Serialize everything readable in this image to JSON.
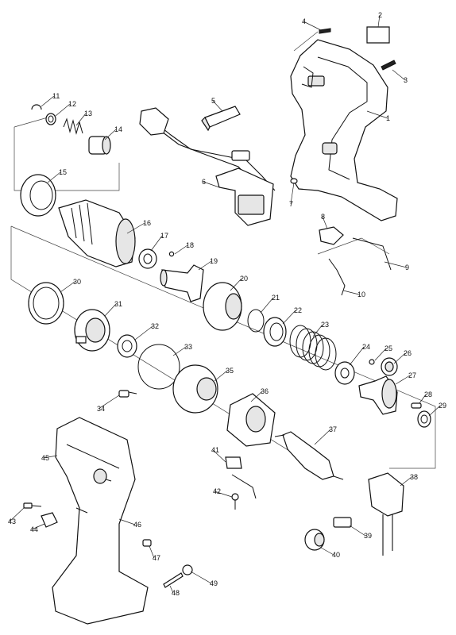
{
  "part_labels": [
    "1",
    "2",
    "3",
    "4",
    "5",
    "6",
    "7",
    "8",
    "9",
    "10",
    "11",
    "12",
    "13",
    "14",
    "15",
    "16",
    "17",
    "18",
    "19",
    "20",
    "21",
    "22",
    "23",
    "24",
    "25",
    "26",
    "27",
    "28",
    "29",
    "30",
    "31",
    "32",
    "33",
    "34",
    "35",
    "36",
    "37",
    "38",
    "39",
    "40",
    "41",
    "42",
    "43",
    "44",
    "45",
    "46",
    "47",
    "48",
    "49"
  ]
}
